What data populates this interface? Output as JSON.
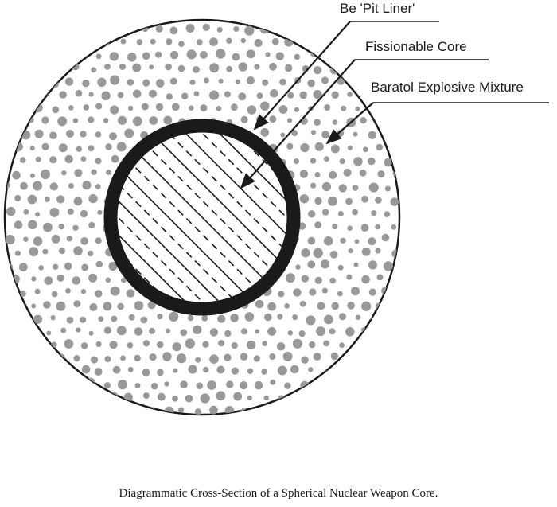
{
  "labels": {
    "liner": "Be 'Pit Liner'",
    "core": "Fissionable Core",
    "explosive": "Baratol Explosive Mixture"
  },
  "caption": "Diagrammatic Cross-Section of a Spherical Nuclear Weapon Core.",
  "colors": {
    "outline": "#1a1a1a",
    "dots": "#999999",
    "background": "#ffffff"
  }
}
